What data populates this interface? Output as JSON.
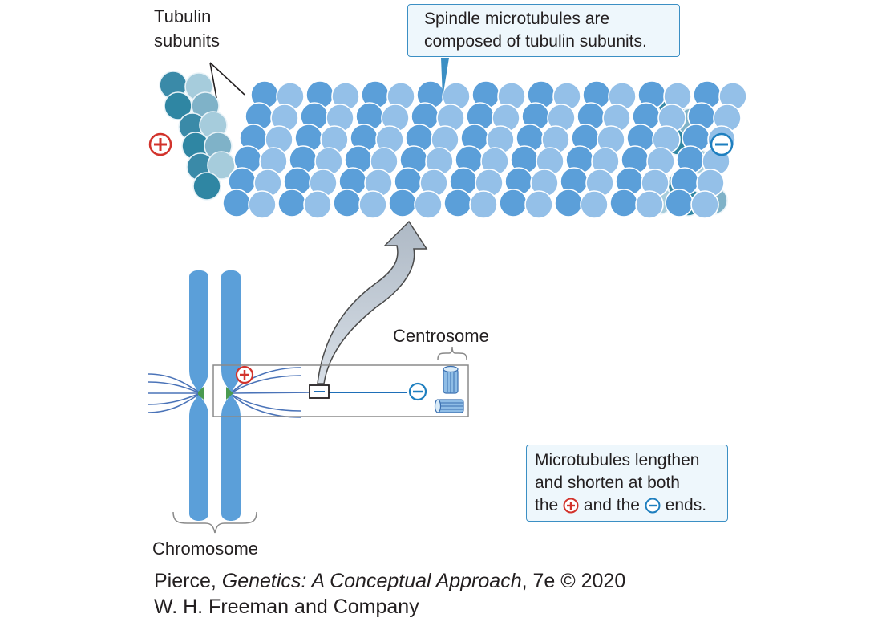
{
  "labels": {
    "tubulin_subunits": [
      "Tubulin",
      "subunits"
    ],
    "centrosome": "Centrosome",
    "chromosome": "Chromosome"
  },
  "callouts": {
    "top": [
      "Spindle microtubules are",
      "composed of tubulin subunits."
    ],
    "bottom": {
      "line1": "Microtubules lengthen",
      "line2": "and shorten at both",
      "line3_a": "the",
      "line3_b": "and the",
      "line3_c": "ends."
    }
  },
  "credit": {
    "line1_prefix": "Pierce, ",
    "line1_title": "Genetics: A Conceptual Approach",
    "line1_suffix": ", 7e © 2020",
    "line2": "W. H. Freeman and Company"
  },
  "colors": {
    "plus": "#d2332c",
    "minus": "#1e7fbf",
    "chromosome": "#5b9fd9",
    "tubulin_light": "#94c0e8",
    "tubulin_mid": "#5b9fd9",
    "tubulin_pale": "#a6ccdc",
    "tubulin_teal": "#3a8aa8",
    "callout_border": "#3b8fc4",
    "callout_fill": "#eef7fc",
    "kinetochore": "#4a9a50"
  },
  "icons": [
    "plus-icon",
    "minus-icon",
    "centriole-icon",
    "arrow-icon"
  ]
}
